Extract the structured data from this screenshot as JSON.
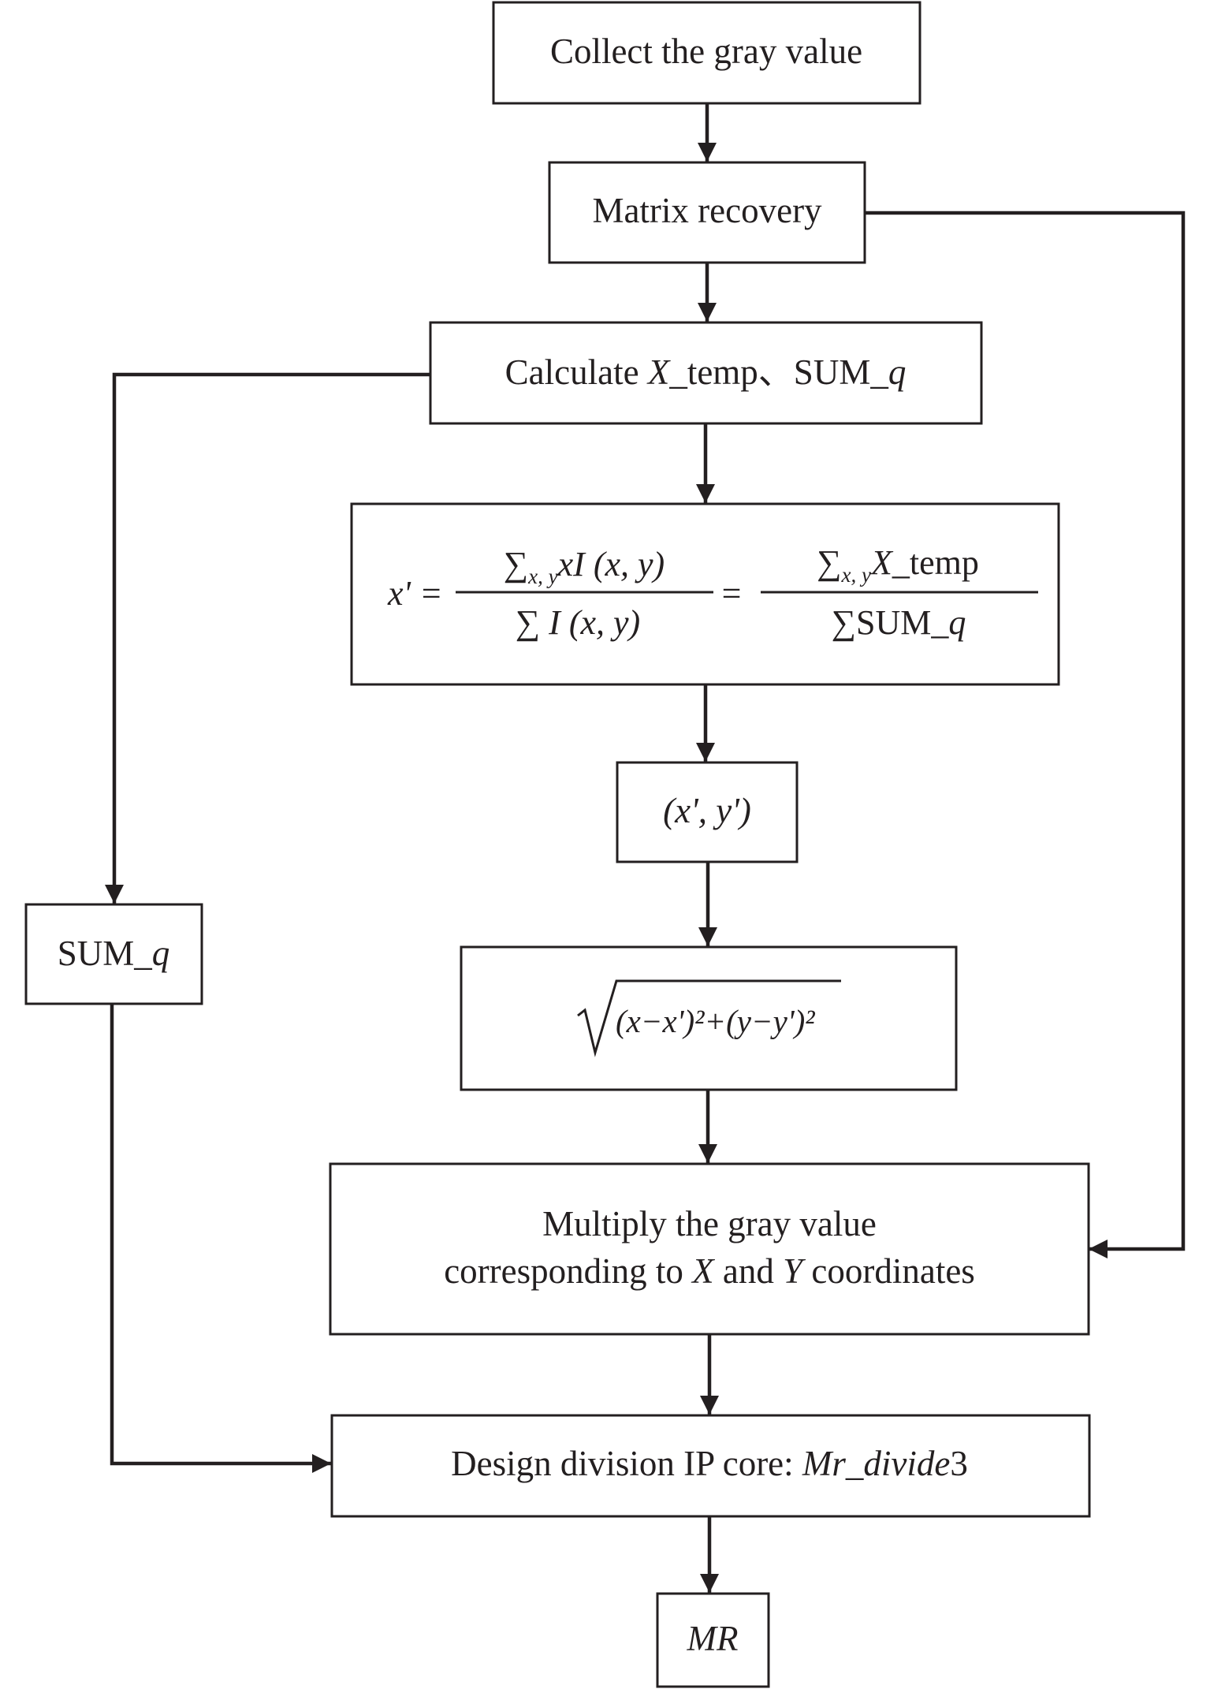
{
  "nodes": {
    "collect": {
      "label": "Collect the gray value"
    },
    "matrix": {
      "label": "Matrix recovery"
    },
    "calculate": {
      "pre": "Calculate ",
      "x_var": "X",
      "mid": "_temp、SUM_",
      "q_var": "q"
    },
    "formula": {
      "lhs": "x' =",
      "eq": "=",
      "num1_sigma": "∑",
      "num1_sub": "x, y",
      "num1_body": "xI (x, y)",
      "den1": "∑ I (x, y)",
      "num2_sigma": "∑",
      "num2_sub": "x, y",
      "num2_var": "X",
      "num2_rest": "_temp",
      "den2_sigma": "∑SUM_",
      "den2_var": "q"
    },
    "coords": {
      "label": "(x', y')"
    },
    "distance": {
      "expr": "(x−x')²+(y−y')²"
    },
    "multiply": {
      "line1": "Multiply the gray value",
      "line2_a": "corresponding to ",
      "line2_x": "X",
      "line2_b": " and ",
      "line2_y": "Y",
      "line2_c": " coordinates"
    },
    "sumq": {
      "pre": "SUM_",
      "var": "q"
    },
    "design": {
      "pre": "Design division IP core: ",
      "name": "Mr_divide",
      "num": "3"
    },
    "mr": {
      "label": "MR"
    }
  },
  "colors": {
    "stroke": "#231f20",
    "background": "#ffffff"
  }
}
